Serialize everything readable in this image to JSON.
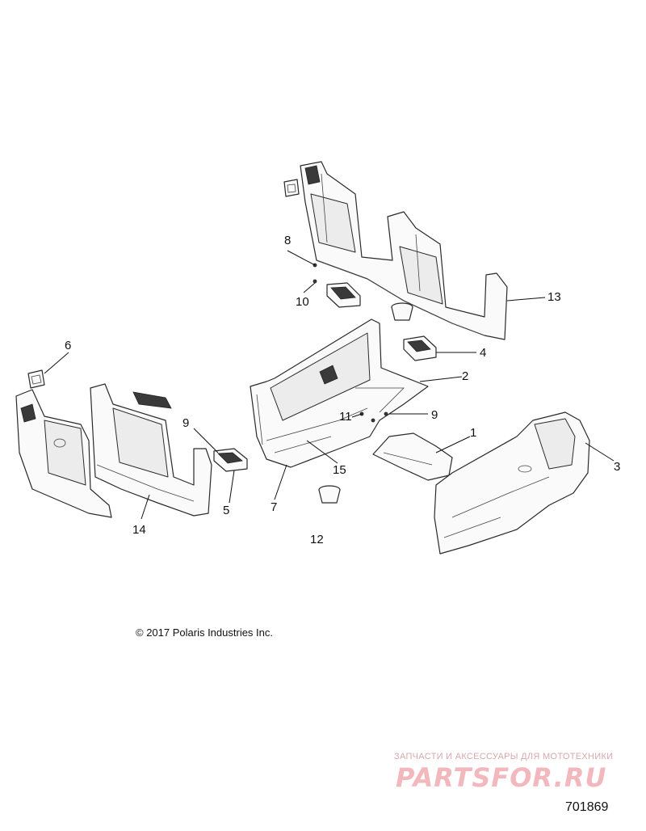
{
  "diagram": {
    "callouts": [
      {
        "id": "c1",
        "label": "1"
      },
      {
        "id": "c2",
        "label": "2"
      },
      {
        "id": "c3",
        "label": "3"
      },
      {
        "id": "c4",
        "label": "4"
      },
      {
        "id": "c5",
        "label": "5"
      },
      {
        "id": "c6",
        "label": "6"
      },
      {
        "id": "c7",
        "label": "7"
      },
      {
        "id": "c8",
        "label": "8"
      },
      {
        "id": "c9a",
        "label": "9"
      },
      {
        "id": "c9b",
        "label": "9"
      },
      {
        "id": "c10",
        "label": "10"
      },
      {
        "id": "c11",
        "label": "11"
      },
      {
        "id": "c12",
        "label": "12"
      },
      {
        "id": "c13",
        "label": "13"
      },
      {
        "id": "c14",
        "label": "14"
      },
      {
        "id": "c15",
        "label": "15"
      }
    ]
  },
  "footer": {
    "copyright": "© 2017 Polaris Industries Inc.",
    "figure_number": "701869"
  },
  "watermark": {
    "tagline": "ЗАПЧАСТИ И АКСЕССУАРЫ ДЛЯ МОТОТЕХНИКИ",
    "logo": "PARTSFOR.RU"
  }
}
